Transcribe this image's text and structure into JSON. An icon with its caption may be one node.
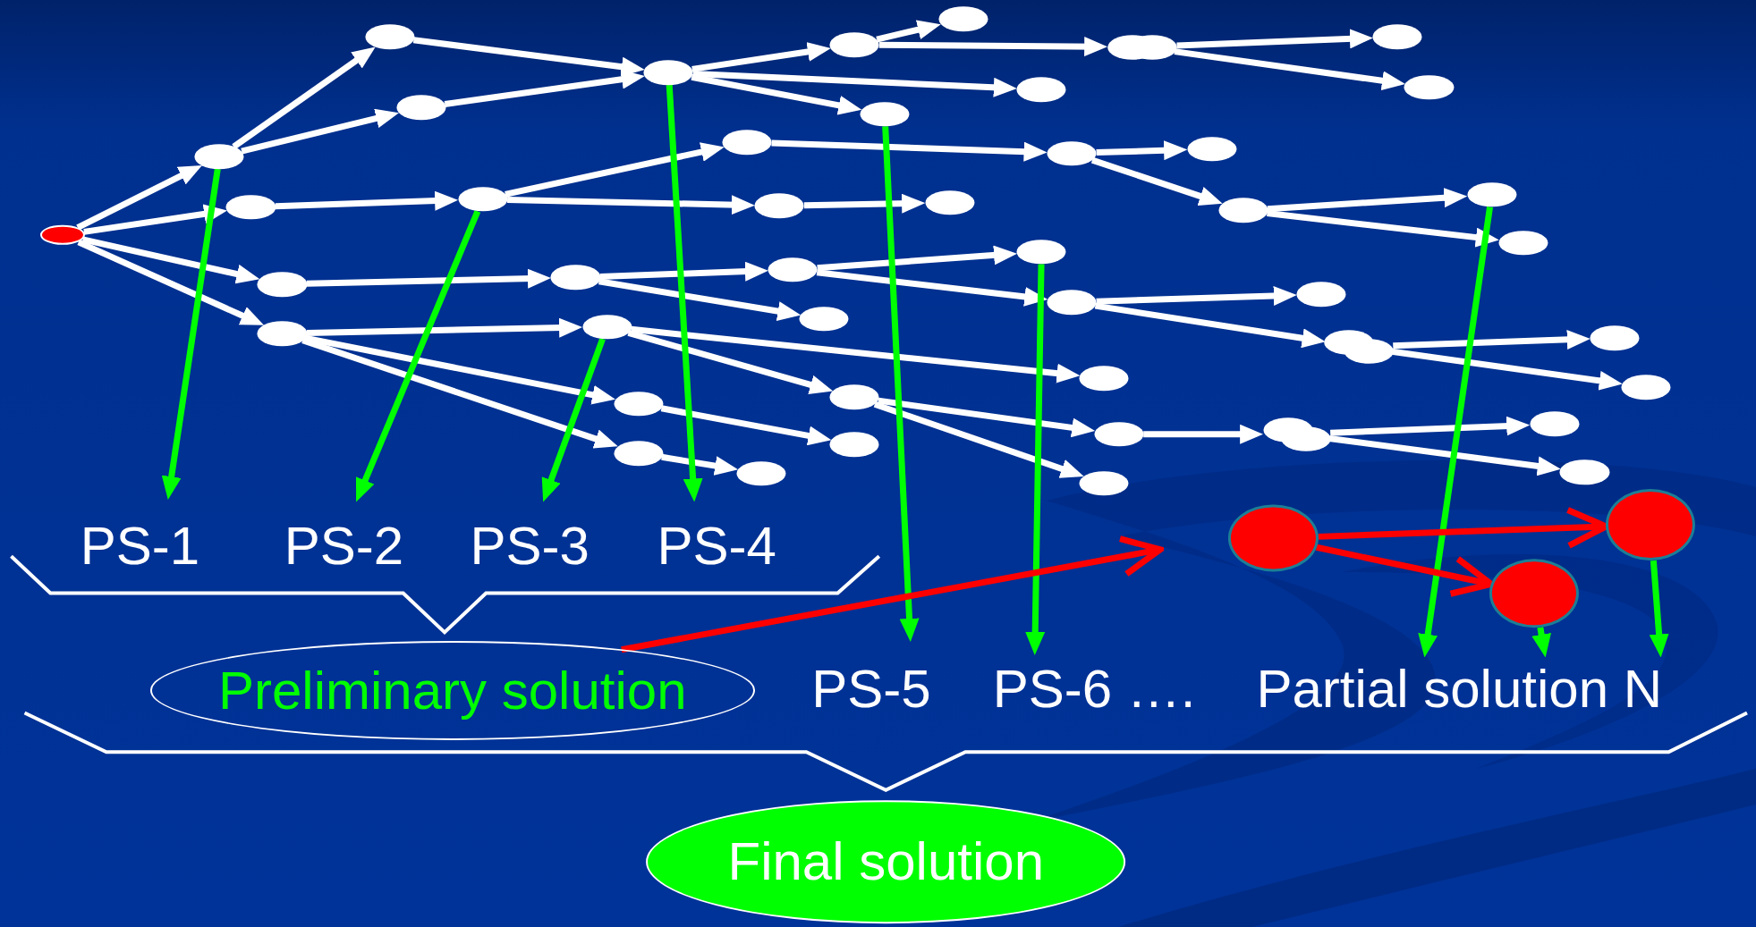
{
  "diagram": {
    "nodes": [
      {
        "text": [],
        "shape": "ellipse"
      },
      {
        "text": [],
        "shape": "ellipse"
      },
      {
        "text": [],
        "shape": "ellipse"
      },
      {
        "text": [],
        "shape": "ellipse"
      },
      {
        "text": [],
        "shape": "ellipse"
      },
      {
        "text": [],
        "shape": "ellipse"
      },
      {
        "text": [],
        "shape": "ellipse"
      },
      {
        "text": [],
        "shape": "ellipse"
      },
      {
        "text": [],
        "shape": "ellipse"
      },
      {
        "text": [],
        "shape": "ellipse"
      },
      {
        "text": [],
        "shape": "ellipse"
      },
      {
        "text": [],
        "shape": "ellipse"
      },
      {
        "text": [],
        "shape": "ellipse"
      },
      {
        "text": [],
        "shape": "ellipse"
      },
      {
        "text": [],
        "shape": "ellipse"
      },
      {
        "text": [],
        "shape": "ellipse"
      },
      {
        "text": [],
        "shape": "ellipse"
      },
      {
        "text": [],
        "shape": "ellipse"
      },
      {
        "text": [],
        "shape": "ellipse"
      },
      {
        "text": [],
        "shape": "ellipse"
      },
      {
        "text": [],
        "shape": "ellipse"
      },
      {
        "text": [],
        "shape": "ellipse"
      },
      {
        "text": [],
        "shape": "ellipse"
      },
      {
        "text": [],
        "shape": "ellipse"
      },
      {
        "text": [],
        "shape": "ellipse"
      },
      {
        "text": [],
        "shape": "ellipse"
      },
      {
        "text": [],
        "shape": "ellipse"
      },
      {
        "text": [],
        "shape": "ellipse"
      },
      {
        "text": [],
        "shape": "ellipse"
      },
      {
        "text": [],
        "shape": "ellipse"
      },
      {
        "text": [],
        "shape": "ellipse"
      },
      {
        "text": [],
        "shape": "ellipse"
      },
      {
        "text": [],
        "shape": "ellipse"
      },
      {
        "text": [],
        "shape": "ellipse"
      },
      {
        "text": [],
        "shape": "ellipse"
      },
      {
        "text": [],
        "shape": "ellipse"
      },
      {
        "text": [],
        "shape": "ellipse"
      },
      {
        "text": [],
        "shape": "ellipse"
      },
      {
        "text": [],
        "shape": "ellipse"
      },
      {
        "text": [],
        "shape": "ellipse"
      },
      {
        "text": [],
        "shape": "ellipse"
      },
      {
        "text": [],
        "shape": "ellipse"
      },
      {
        "text": [],
        "shape": "ellipse"
      },
      {
        "text": [],
        "shape": "ellipse"
      },
      {
        "text": [],
        "shape": "ellipse"
      },
      {
        "text": [],
        "shape": "ellipse"
      },
      {
        "text": [],
        "shape": "ellipse"
      },
      {
        "text": [],
        "shape": "ellipse"
      },
      {
        "text": [
          "PS-1"
        ]
      },
      {
        "text": [
          "PS-2"
        ]
      },
      {
        "text": [
          "PS-3"
        ]
      },
      {
        "text": [
          "PS-4"
        ]
      },
      {
        "text": [
          "Preliminary solution"
        ]
      },
      {
        "text": [
          "PS-5"
        ]
      },
      {
        "text": [
          "PS-6 …."
        ]
      },
      {
        "text": [
          "Partial solution N"
        ]
      },
      {
        "text": [
          "Final solution"
        ]
      }
    ],
    "edges": [
      {
        "from": 0,
        "to": 3,
        "arrow": "to"
      },
      {
        "from": 0,
        "to": 4,
        "arrow": "to"
      },
      {
        "from": 0,
        "to": 22,
        "arrow": "to"
      },
      {
        "from": 0,
        "to": 29,
        "arrow": "to"
      },
      {
        "from": 3,
        "to": 1,
        "arrow": "to"
      },
      {
        "from": 3,
        "to": 2,
        "arrow": "to"
      },
      {
        "from": 1,
        "to": 6,
        "arrow": "to"
      },
      {
        "from": 2,
        "to": 6,
        "arrow": "to"
      },
      {
        "from": 6,
        "to": 7,
        "arrow": "to"
      },
      {
        "from": 7,
        "to": 8,
        "arrow": "to"
      },
      {
        "from": 7,
        "to": 9,
        "arrow": "to"
      },
      {
        "from": 6,
        "to": 12,
        "arrow": "to"
      },
      {
        "from": 6,
        "to": 13,
        "arrow": "to"
      },
      {
        "from": 9,
        "to": 10,
        "arrow": "to"
      },
      {
        "from": 9,
        "to": 11,
        "arrow": "to"
      },
      {
        "from": 4,
        "to": 5,
        "arrow": "to"
      },
      {
        "from": 5,
        "to": 14,
        "arrow": "to"
      },
      {
        "from": 5,
        "to": 21,
        "arrow": "to"
      },
      {
        "from": 21,
        "to": 20,
        "arrow": "to"
      },
      {
        "from": 14,
        "to": 15,
        "arrow": "to"
      },
      {
        "from": 15,
        "to": 16,
        "arrow": "to"
      },
      {
        "from": 15,
        "to": 17,
        "arrow": "to"
      },
      {
        "from": 17,
        "to": 18,
        "arrow": "to"
      },
      {
        "from": 17,
        "to": 19,
        "arrow": "to"
      },
      {
        "from": 22,
        "to": 23,
        "arrow": "to"
      },
      {
        "from": 23,
        "to": 24,
        "arrow": "to"
      },
      {
        "from": 23,
        "to": 26,
        "arrow": "to"
      },
      {
        "from": 24,
        "to": 25,
        "arrow": "to"
      },
      {
        "from": 24,
        "to": 27,
        "arrow": "to"
      },
      {
        "from": 27,
        "to": 28,
        "arrow": "to"
      },
      {
        "from": 27,
        "to": 32,
        "arrow": "to"
      },
      {
        "from": 32,
        "to": 33,
        "arrow": "to"
      },
      {
        "from": 32,
        "to": 34,
        "arrow": "to"
      },
      {
        "from": 29,
        "to": 30,
        "arrow": "to"
      },
      {
        "from": 29,
        "to": 35,
        "arrow": "to"
      },
      {
        "from": 29,
        "to": 38,
        "arrow": "to"
      },
      {
        "from": 30,
        "to": 31,
        "arrow": "to"
      },
      {
        "from": 30,
        "to": 36,
        "arrow": "to"
      },
      {
        "from": 36,
        "to": 40,
        "arrow": "to"
      },
      {
        "from": 36,
        "to": 44,
        "arrow": "to"
      },
      {
        "from": 35,
        "to": 37,
        "arrow": "to"
      },
      {
        "from": 38,
        "to": 39,
        "arrow": "to"
      },
      {
        "from": 40,
        "to": 41,
        "arrow": "to"
      },
      {
        "from": 41,
        "to": 42,
        "arrow": "to"
      },
      {
        "from": 41,
        "to": 43,
        "arrow": "to"
      },
      {
        "from": 3,
        "to": 48,
        "arrow": "to",
        "color": "#00ff00"
      },
      {
        "from": 5,
        "to": 49,
        "arrow": "to",
        "color": "#00ff00"
      },
      {
        "from": 30,
        "to": 50,
        "arrow": "to",
        "color": "#00ff00"
      },
      {
        "from": 6,
        "to": 51,
        "arrow": "to",
        "color": "#00ff00"
      },
      {
        "from": 13,
        "to": 53,
        "arrow": "to",
        "color": "#00ff00"
      },
      {
        "from": 25,
        "to": 54,
        "arrow": "to",
        "color": "#00ff00"
      },
      {
        "from": 18,
        "to": 55,
        "arrow": "to",
        "color": "#00ff00"
      },
      {
        "from": 47,
        "to": 55,
        "arrow": "to",
        "color": "#00ff00"
      },
      {
        "from": 46,
        "to": 55,
        "arrow": "to",
        "color": "#00ff00"
      },
      {
        "from": 45,
        "to": 46,
        "arrow": "to",
        "color": "#ff0000"
      },
      {
        "from": 45,
        "to": 47,
        "arrow": "to",
        "color": "#ff0000"
      },
      {
        "from": 52,
        "to": null,
        "arrow": "to",
        "color": "#ff0000"
      }
    ]
  }
}
